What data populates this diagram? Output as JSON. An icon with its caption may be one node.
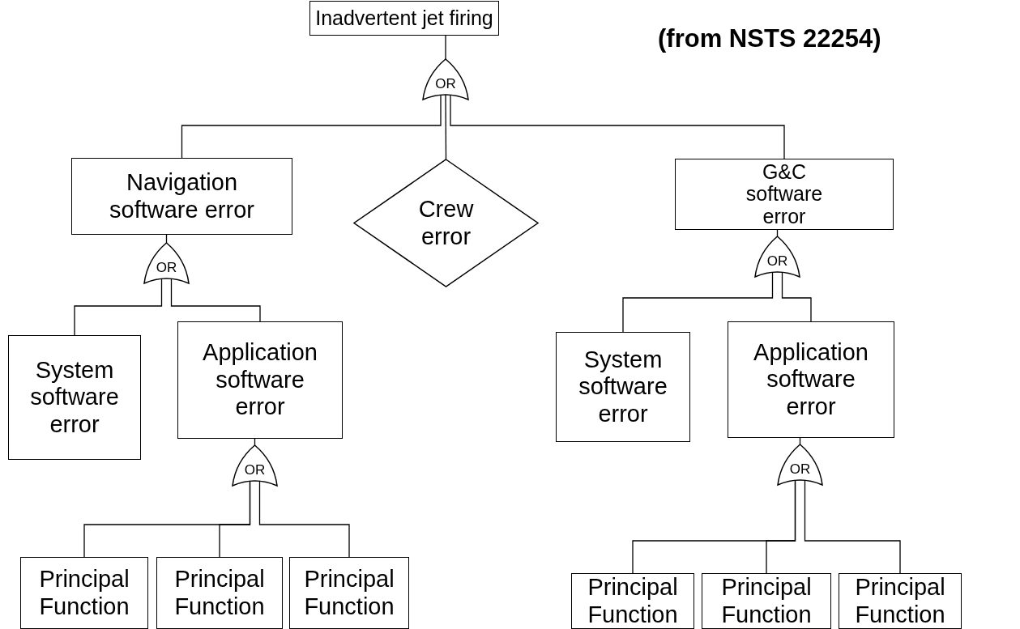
{
  "diagram": {
    "nodes": [
      {
        "text": [
          "Inadvertent jet firing"
        ]
      },
      {
        "text": [
          "OR"
        ]
      },
      {
        "text": [
          "Navigation software error"
        ]
      },
      {
        "text": [
          "Crew error"
        ]
      },
      {
        "text": [
          "G&C software error"
        ]
      },
      {
        "text": [
          "OR"
        ]
      },
      {
        "text": [
          "System software error"
        ]
      },
      {
        "text": [
          "Application software error"
        ]
      },
      {
        "text": [
          "OR"
        ]
      },
      {
        "text": [
          "Principal Function"
        ]
      },
      {
        "text": [
          "Principal Function"
        ]
      },
      {
        "text": [
          "Principal Function"
        ]
      },
      {
        "text": [
          "OR"
        ]
      },
      {
        "text": [
          "System software error"
        ]
      },
      {
        "text": [
          "Application software error"
        ]
      },
      {
        "text": [
          "OR"
        ]
      },
      {
        "text": [
          "Principal Function"
        ]
      },
      {
        "text": [
          "Principal Function"
        ]
      },
      {
        "text": [
          "Principal Function"
        ]
      }
    ],
    "edges": [
      {
        "from": 0,
        "to": 1,
        "arrow": "none"
      },
      {
        "from": 1,
        "to": 2,
        "arrow": "none"
      },
      {
        "from": 1,
        "to": 3,
        "arrow": "none"
      },
      {
        "from": 1,
        "to": 4,
        "arrow": "none"
      },
      {
        "from": 2,
        "to": 5,
        "arrow": "none"
      },
      {
        "from": 5,
        "to": 6,
        "arrow": "none"
      },
      {
        "from": 5,
        "to": 7,
        "arrow": "none"
      },
      {
        "from": 7,
        "to": 8,
        "arrow": "none"
      },
      {
        "from": 8,
        "to": 9,
        "arrow": "none"
      },
      {
        "from": 8,
        "to": 10,
        "arrow": "none"
      },
      {
        "from": 8,
        "to": 11,
        "arrow": "none"
      },
      {
        "from": 4,
        "to": 12,
        "arrow": "none"
      },
      {
        "from": 12,
        "to": 13,
        "arrow": "none"
      },
      {
        "from": 12,
        "to": 14,
        "arrow": "none"
      },
      {
        "from": 14,
        "to": 15,
        "arrow": "none"
      },
      {
        "from": 15,
        "to": 16,
        "arrow": "none"
      },
      {
        "from": 15,
        "to": 17,
        "arrow": "none"
      },
      {
        "from": 15,
        "to": 18,
        "arrow": "none"
      }
    ],
    "labels": [
      "(from NSTS 22254)"
    ]
  }
}
